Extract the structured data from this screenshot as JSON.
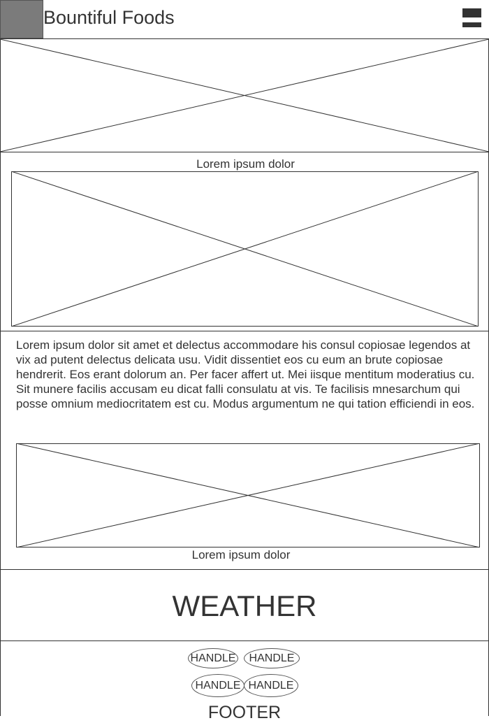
{
  "header": {
    "brand_name": "Bountiful Foods",
    "logo_icon": "logo-placeholder-icon",
    "menu_icon": "hamburger-menu-icon"
  },
  "colors": {
    "logo_fill": "#7b7b7b",
    "text": "#333333",
    "line": "#333333"
  },
  "hero": {
    "image_icon": "image-placeholder-icon"
  },
  "feature": {
    "caption": "Lorem ipsum dolor",
    "image_icon": "image-placeholder-icon"
  },
  "article": {
    "body": "Lorem ipsum dolor sit amet et delectus accommodare his consul copiosae legendos at vix ad putent delectus delicata usu. Vidit dissentiet eos cu eum an brute copiosae hendrerit. Eos erant dolorum an. Per facer affert ut. Mei iisque mentitum moderatius cu. Sit munere facilis accusam eu dicat falli consulatu at vis. Te facilisis mnesarchum qui posse omnium mediocritatem est cu. Modus argumentum ne qui tation efficiendi in eos.",
    "image_icon": "image-placeholder-icon",
    "caption": "Lorem ipsum dolor"
  },
  "weather": {
    "label": "WEATHER"
  },
  "footer": {
    "handles": [
      "HANDLE",
      "HANDLE",
      "HANDLE",
      "HANDLE"
    ],
    "label": "FOOTER"
  }
}
